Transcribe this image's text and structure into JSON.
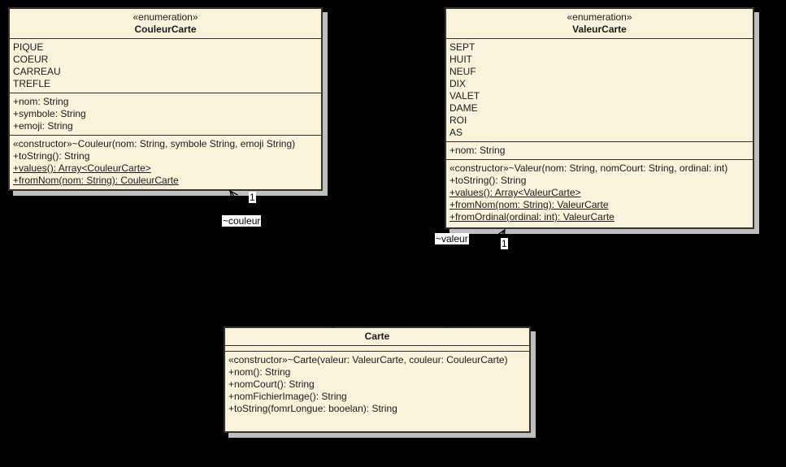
{
  "canvas": {
    "background": "#000000"
  },
  "colors": {
    "box_fill": "#FAF3DC",
    "box_border": "#34322A",
    "shadow": "#BFBFBF",
    "edge": "#000000",
    "label_background": "#FFFFFF"
  },
  "classes": {
    "couleur_carte": {
      "stereotype": "«enumeration»",
      "name": "CouleurCarte",
      "literals": [
        "PIQUE",
        "COEUR",
        "CARREAU",
        "TREFLE"
      ],
      "attributes": [
        "+nom: String",
        "+symbole: String",
        "+emoji: String"
      ],
      "methods": [
        "«constructor»~Couleur(nom: String, symbole String, emoji String)",
        "+toString(): String",
        "+values(): Array<CouleurCarte>",
        "+fromNom(nom: String): CouleurCarte"
      ]
    },
    "valeur_carte": {
      "stereotype": "«enumeration»",
      "name": "ValeurCarte",
      "literals": [
        "SEPT",
        "HUIT",
        "NEUF",
        "DIX",
        "VALET",
        "DAME",
        "ROI",
        "AS"
      ],
      "attributes": [
        "+nom: String"
      ],
      "methods": [
        "«constructor»~Valeur(nom: String, nomCourt: String, ordinal: int)",
        "+toString(): String",
        "+values(): Array<ValeurCarte>",
        "+fromNom(nom: String): ValeurCarte",
        "+fromOrdinal(ordinal: int): ValeurCarte"
      ]
    },
    "carte": {
      "name": "Carte",
      "methods": [
        "«constructor»~Carte(valeur: ValeurCarte, couleur: CouleurCarte)",
        "+nom(): String",
        "+nomCourt(): String",
        "+nomFichierImage(): String",
        "+toString(fomrLongue: booelan): String"
      ]
    }
  },
  "associations": {
    "couleur": {
      "role": "~couleur",
      "multiplicity": "1"
    },
    "valeur": {
      "role": "~valeur",
      "multiplicity": "1"
    }
  }
}
